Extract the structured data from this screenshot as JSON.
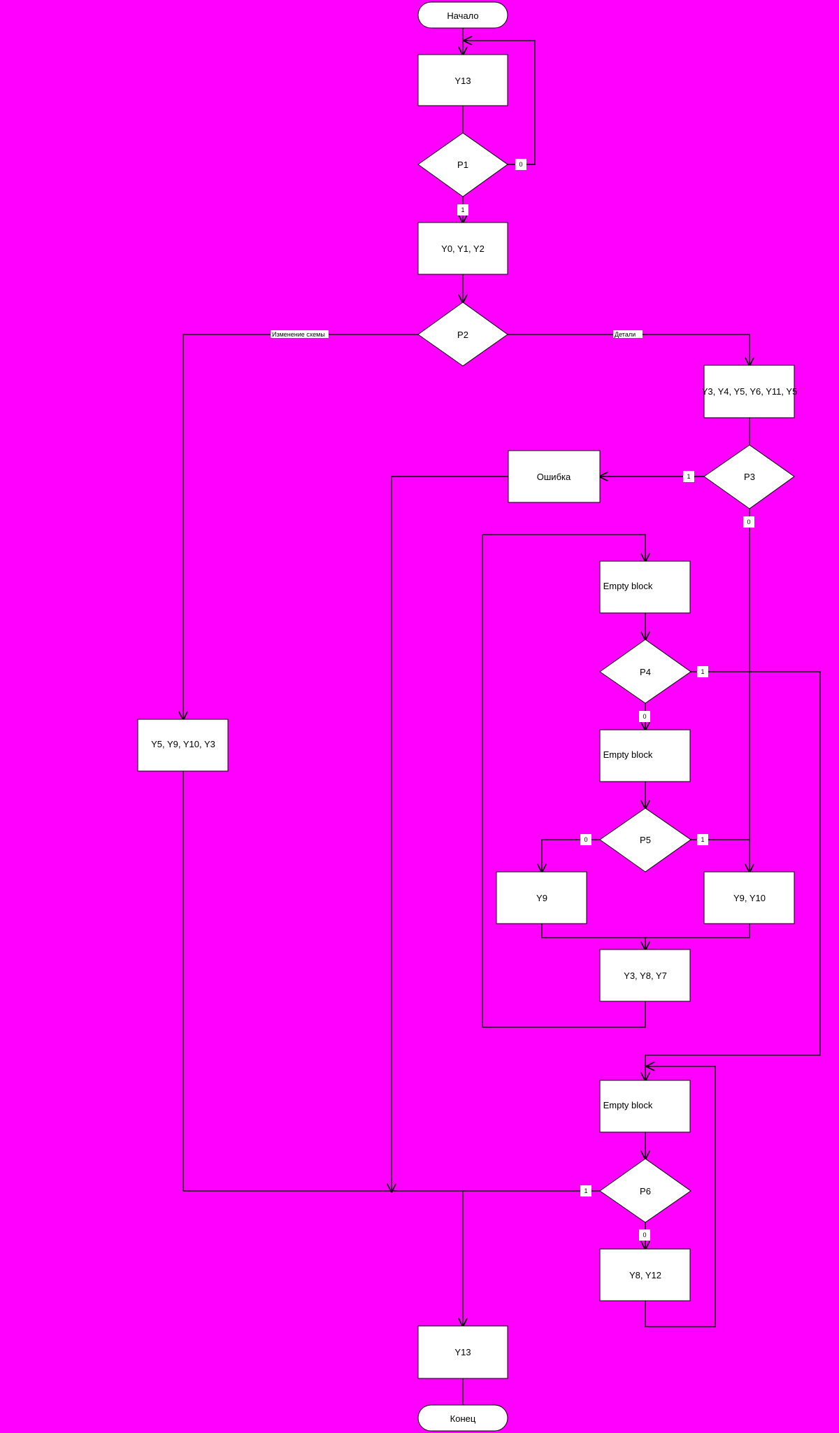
{
  "terminals": {
    "start": "Начало",
    "end": "Конец"
  },
  "branches": {
    "p2_left": "Изменение схемы",
    "p2_right": "Детали"
  },
  "error_box": "Ошибка",
  "empty_block": "Empty block",
  "flags": {
    "zero": "0",
    "one": "1"
  },
  "conditions": [
    "P1",
    "P2",
    "P3",
    "P4",
    "P5",
    "P6"
  ],
  "ops": {
    "y13": "Y13",
    "y0y1y2": "Y0, Y1, Y2",
    "y3to5": "Y3, Y4, Y5, Y6, Y11, Y5",
    "y5y9y10y3": "Y5, Y9, Y10, Y3",
    "y9": "Y9",
    "y9y10": "Y9, Y10",
    "y3y8y7": "Y3, Y8, Y7",
    "y8y12": "Y8, Y12"
  }
}
